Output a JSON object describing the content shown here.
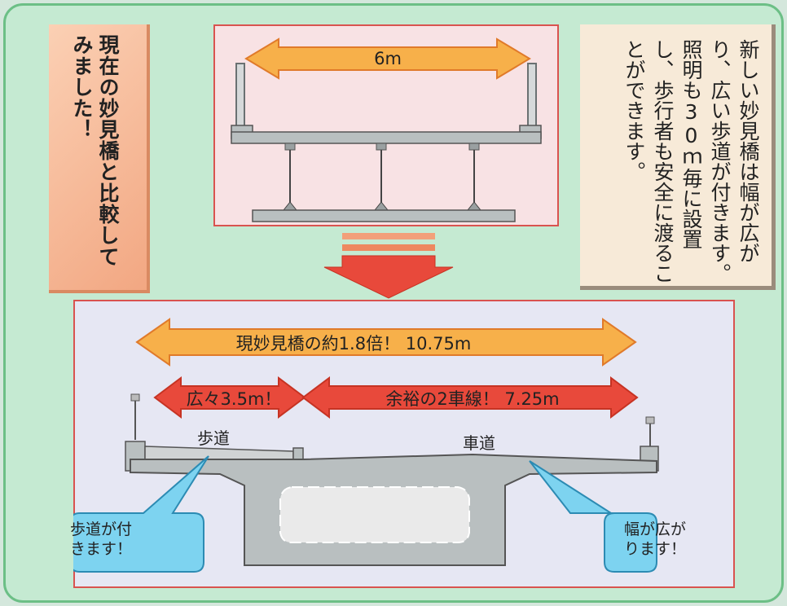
{
  "colors": {
    "background": "#c5ead2",
    "frame_border": "#6cbf86",
    "panel_border": "#d9534f",
    "bridge_gray": "#b9bfc0",
    "callout_blue": "#7dd3f0",
    "orange_arrow": "#f7b04a",
    "red_arrow": "#e8493b"
  },
  "compare_label": {
    "text": "現在の妙見橋と比較してみました！"
  },
  "current_bridge": {
    "width_label": "6m"
  },
  "description": {
    "text": "新しい妙見橋は幅が広がり、広い歩道が付きます。　照明も30ｍ毎に設置し、歩行者も安全に渡ることができます。"
  },
  "new_bridge": {
    "total_width_label": "現妙見橋の約1.8倍！ 10.75m",
    "sidewalk_width_label": "広々3.5m！",
    "roadway_width_label": "余裕の2車線！ 7.25m",
    "sidewalk_label": "歩道",
    "roadway_label": "車道"
  },
  "callouts": {
    "sidewalk": {
      "line1": "歩道が付",
      "line2": "きます！"
    },
    "width": {
      "line1": "幅が広が",
      "line2": "ります！"
    }
  }
}
